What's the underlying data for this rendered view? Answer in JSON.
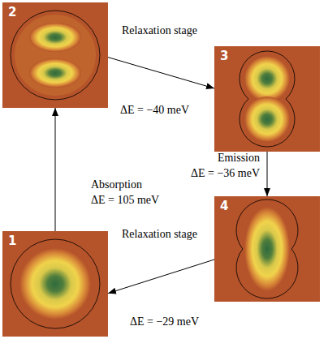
{
  "diagram": {
    "nodes": [
      {
        "text": [
          "1"
        ]
      },
      {
        "text": [
          "2"
        ]
      },
      {
        "text": [
          "3"
        ]
      },
      {
        "text": [
          "4"
        ]
      }
    ],
    "edges": [
      {
        "from": 0,
        "to": 1,
        "arrow": "to",
        "label": "Absorption"
      },
      {
        "from": 1,
        "to": 2,
        "arrow": "to",
        "label": "Relaxation stage"
      },
      {
        "from": 2,
        "to": 3,
        "arrow": "to",
        "label": "Emission"
      },
      {
        "from": 3,
        "to": 0,
        "arrow": "to",
        "label": "Relaxation stage"
      }
    ],
    "labels": [
      "ΔE = 105 meV",
      "ΔE = −40 meV",
      "ΔE = −36 meV",
      "ΔE = −29 meV"
    ]
  }
}
